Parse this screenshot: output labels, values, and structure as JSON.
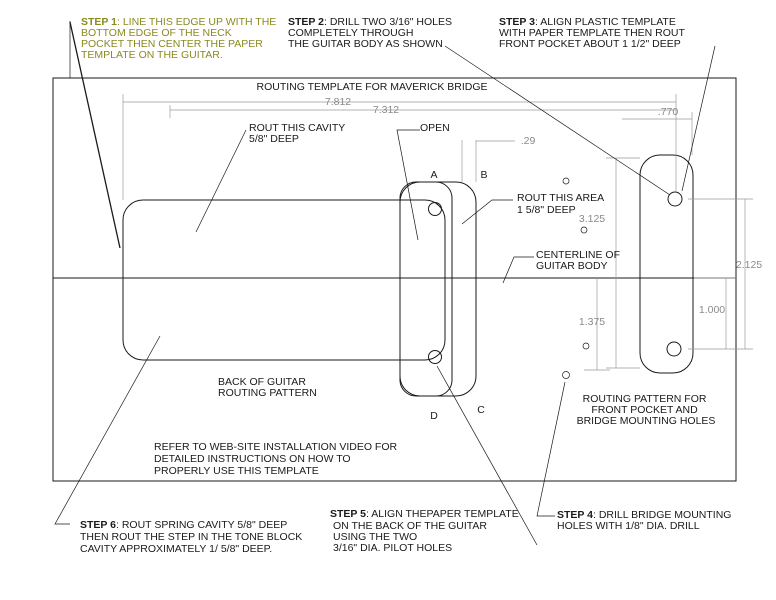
{
  "title": "ROUTING TEMPLATE FOR MAVERICK BRIDGE",
  "steps": {
    "step1": {
      "label": "STEP 1",
      "lines": [
        "LINE THIS EDGE UP WITH THE",
        "BOTTOM EDGE OF THE NECK",
        "POCKET THEN CENTER THE PAPER",
        "TEMPLATE ON THE GUITAR."
      ]
    },
    "step2": {
      "label": "STEP 2",
      "lines": [
        "DRILL TWO 3/16\" HOLES",
        "COMPLETELY THROUGH",
        "THE GUITAR BODY AS SHOWN"
      ]
    },
    "step3": {
      "label": "STEP 3",
      "lines": [
        "ALIGN PLASTIC TEMPLATE",
        "WITH PAPER TEMPLATE THEN ROUT",
        "FRONT POCKET ABOUT 1 1/2\" DEEP"
      ]
    },
    "step4": {
      "label": "STEP 4",
      "lines": [
        "DRILL BRIDGE MOUNTING",
        "HOLES WITH 1/8\" DIA. DRILL"
      ]
    },
    "step5": {
      "label": "STEP 5",
      "lines": [
        "ALIGN THEPAPER TEMPLATE",
        "ON THE BACK OF THE GUITAR",
        "USING THE TWO",
        "3/16\" DIA. PILOT HOLES"
      ]
    },
    "step6": {
      "label": "STEP 6",
      "lines": [
        "ROUT SPRING CAVITY 5/8\" DEEP",
        "THEN ROUT THE STEP IN THE TONE BLOCK",
        "CAVITY APPROXIMATELY 1/ 5/8\" DEEP."
      ]
    }
  },
  "labels": {
    "rout_cavity": [
      "ROUT THIS CAVITY",
      "5/8\" DEEP"
    ],
    "open": "OPEN",
    "rout_area": [
      "ROUT THIS AREA",
      "1 5/8\" DEEP"
    ],
    "centerline": [
      "CENTERLINE OF",
      "GUITAR BODY"
    ],
    "back_pattern": [
      "BACK OF GUITAR",
      "ROUTING PATTERN"
    ],
    "front_pattern": [
      "ROUTING PATTERN FOR",
      "FRONT POCKET AND",
      "BRIDGE MOUNTING HOLES"
    ],
    "refer": [
      "REFER TO WEB-SITE INSTALLATION VIDEO FOR",
      "DETAILED INSTRUCTIONS ON HOW TO",
      "PROPERLY USE THIS TEMPLATE"
    ],
    "corner_a": "A",
    "corner_b": "B",
    "corner_c": "C",
    "corner_d": "D"
  },
  "dimensions": {
    "d7812": "7.812",
    "d7312": "7.312",
    "d770": ".770",
    "d29": ".29",
    "d3125": "3.125",
    "d2125": "2.125",
    "d1375": "1.375",
    "d1000": "1.000"
  },
  "colors": {
    "ink": "#1a1a1a",
    "dimension": "#8a8a8a",
    "step1": "#8a8a1e"
  }
}
